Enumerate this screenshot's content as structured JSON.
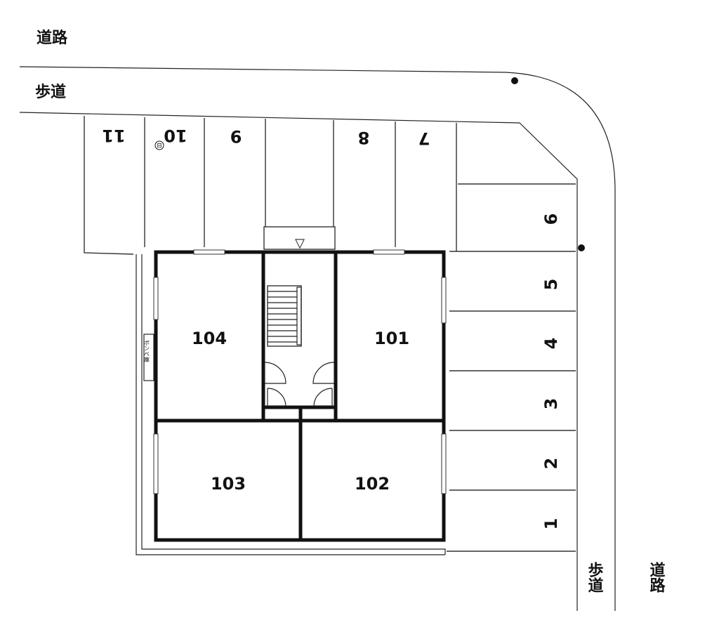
{
  "labels": {
    "road_top": "道路",
    "sidewalk_top": "歩道",
    "sidewalk_right": "歩道",
    "road_right": "道路",
    "storage": "ボンベ庫"
  },
  "units": [
    "104",
    "101",
    "103",
    "102"
  ],
  "parking_top": [
    "11",
    "10",
    "9",
    "8",
    "7"
  ],
  "parking_right": [
    "6",
    "5",
    "4",
    "3",
    "2",
    "1"
  ],
  "parking_symbol": "⊟",
  "entrance_symbol": "▽"
}
